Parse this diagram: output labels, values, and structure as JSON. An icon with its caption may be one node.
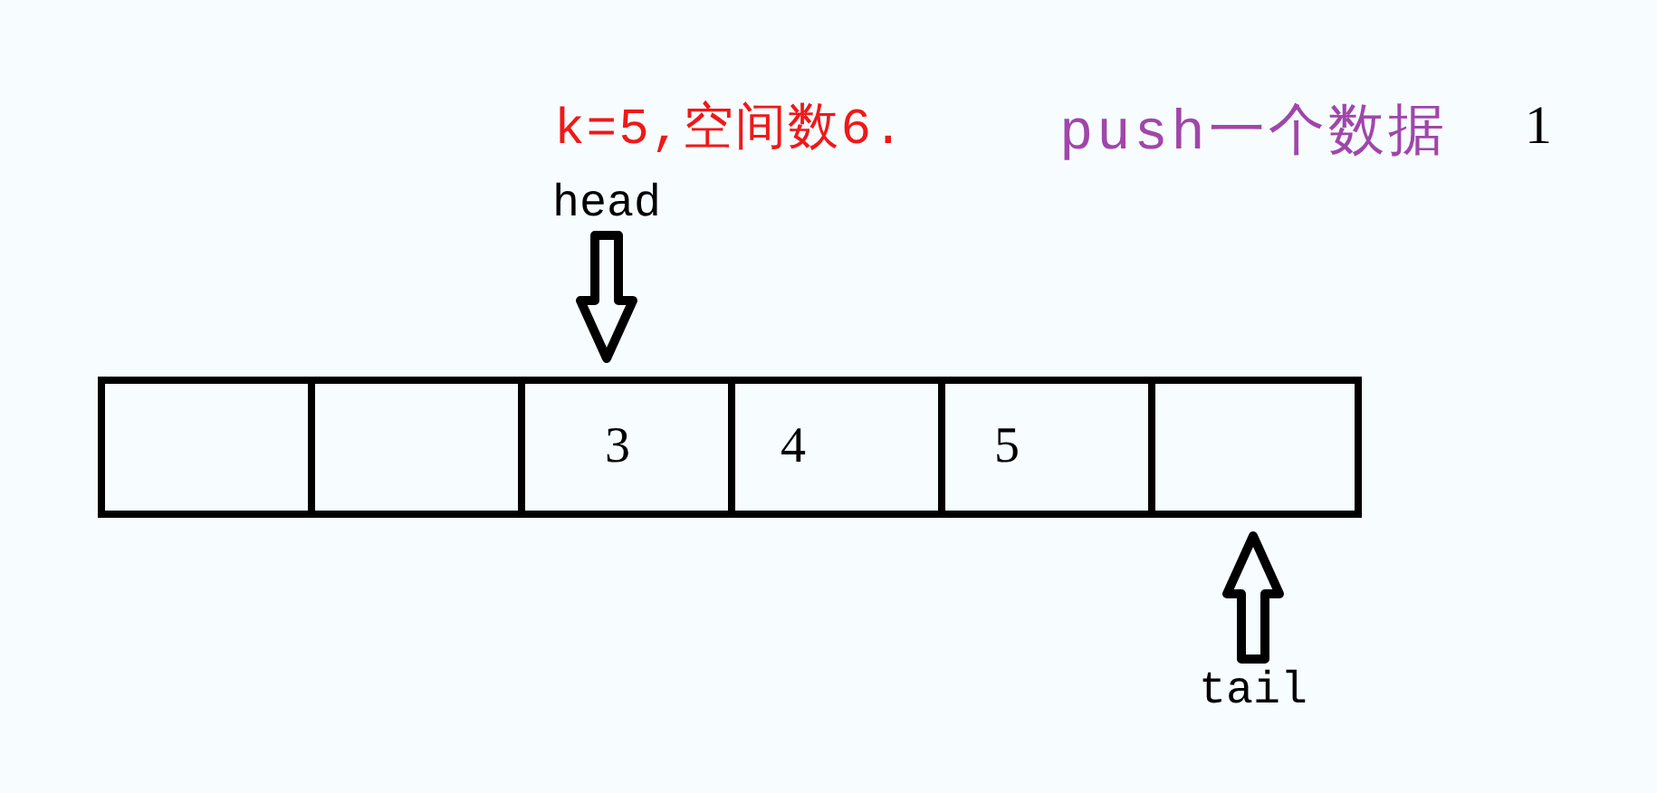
{
  "diagram": {
    "nodes": [
      {
        "text": [
          "head"
        ]
      },
      {
        "text": [],
        "shape": "box"
      },
      {
        "text": [],
        "shape": "box"
      },
      {
        "text": [
          "3"
        ]
      },
      {
        "text": [
          "4"
        ]
      },
      {
        "text": [
          "5"
        ]
      },
      {
        "text": [],
        "shape": "box"
      },
      {
        "text": [
          "tail"
        ]
      }
    ],
    "edges": [
      {
        "from": 0,
        "to": 3,
        "arrow": "to"
      },
      {
        "from": 7,
        "to": 6,
        "arrow": "to"
      }
    ],
    "labels": [
      "k=5,空间数6.",
      "push一个数据",
      "1"
    ]
  }
}
